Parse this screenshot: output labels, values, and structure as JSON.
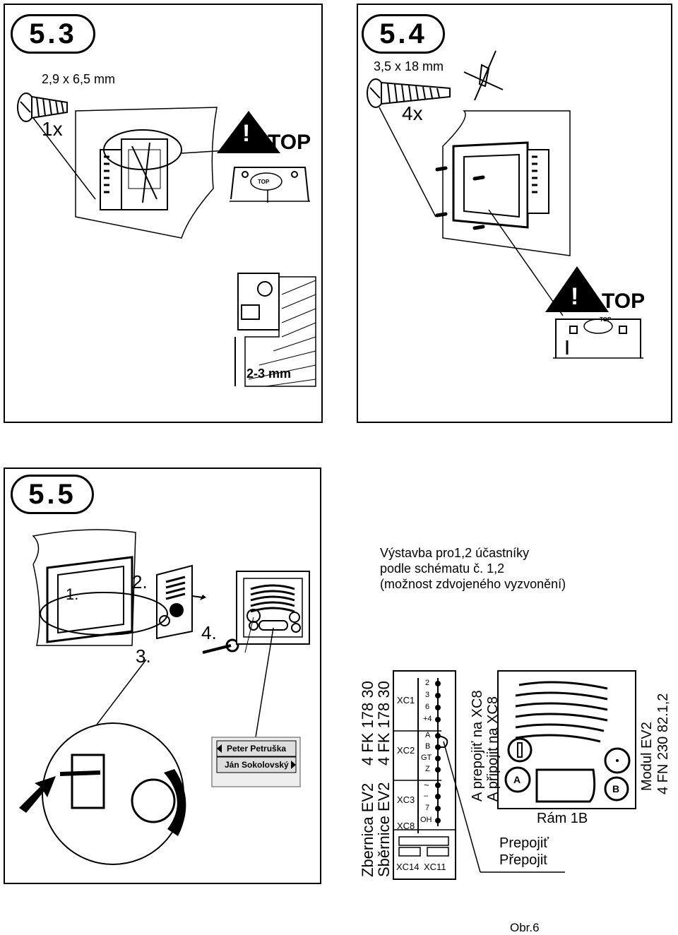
{
  "sec53": {
    "badge": "5.3",
    "screw_size": "2,9 x 6,5 mm",
    "qty": "1x",
    "top_label": "TOP",
    "warn_mark": "!",
    "small_top": "TOP",
    "gap": "2-3 mm"
  },
  "sec54": {
    "badge": "5.4",
    "screw_size": "3,5 x 18 mm",
    "qty": "4x",
    "top_label": "TOP",
    "warn_mark": "!",
    "small_top": "TOP"
  },
  "sec55": {
    "badge": "5.5",
    "steps": [
      "1.",
      "2.",
      "3.",
      "4."
    ],
    "desc_lines": [
      "Výstavba  pro1,2 účastníky",
      "podle schématu č. 1,2",
      "(možnost zdvojeného vyzvonění)"
    ],
    "names": [
      "Peter Petruška",
      "Ján Sokolovský"
    ],
    "bus_left": [
      "Zbernica EV2",
      "Sběrnice EV2"
    ],
    "bus_right": [
      "4 FK 178 30",
      "4 FK 178 30"
    ],
    "connectors": {
      "groups": [
        "XC1",
        "XC2",
        "XC3",
        "XC8"
      ],
      "xc1_pins": [
        "2",
        "3",
        "6",
        "+4"
      ],
      "xc2_pins": [
        "A",
        "B",
        "GT",
        "Z"
      ],
      "xc3_pins": [
        "~",
        "–",
        "7",
        "OH"
      ],
      "bottom": [
        "XC14",
        "XC11"
      ]
    },
    "connect_note": [
      "A prepojiť na XC8",
      "A připojit na XC8"
    ],
    "module": {
      "btn_a": "A",
      "btn_b": "B",
      "frame": "Rám 1B",
      "label": [
        "Modul EV2",
        "4 FN 230 82.1,2"
      ]
    },
    "jumper": [
      "Prepojiť",
      "Přepojit"
    ]
  },
  "figure_ref": "Obr.6"
}
